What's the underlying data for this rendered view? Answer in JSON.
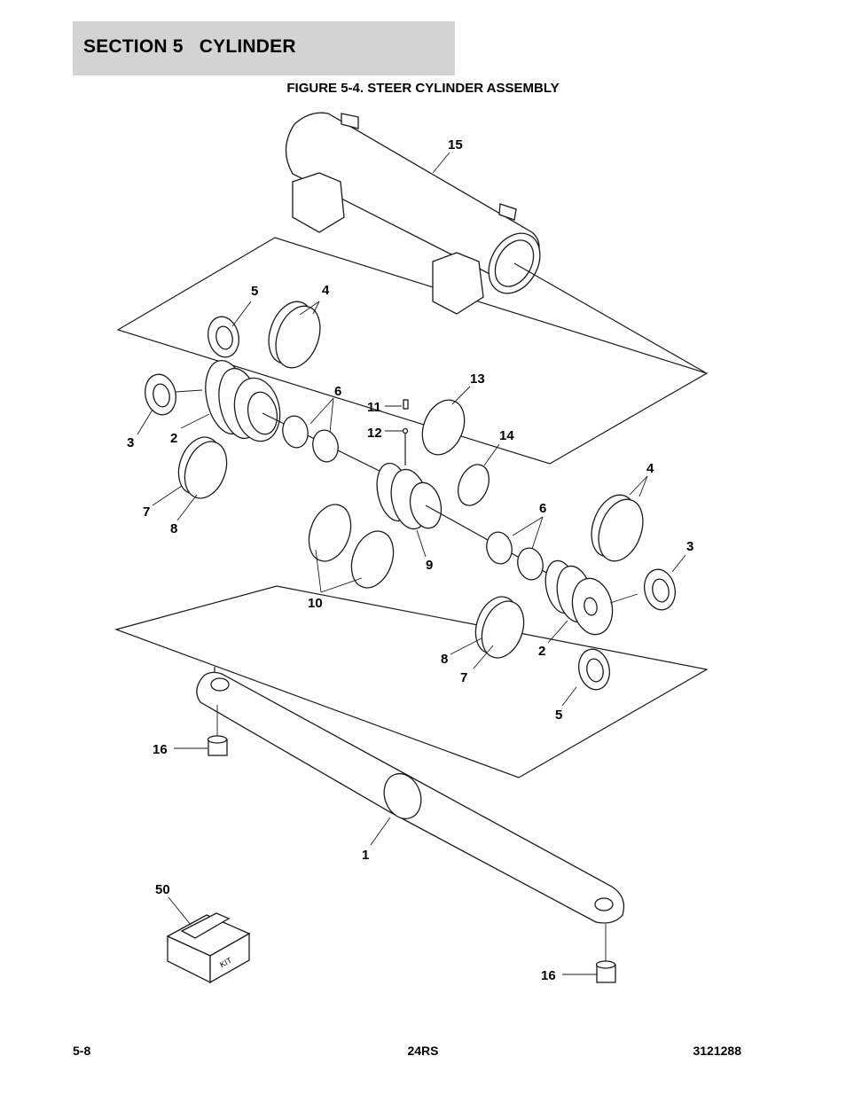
{
  "header": {
    "section_title": "SECTION 5   CYLINDER"
  },
  "figure": {
    "title": "FIGURE 5-4. STEER CYLINDER ASSEMBLY"
  },
  "callouts": {
    "c15": "15",
    "c5a": "5",
    "c4a": "4",
    "c3a": "3",
    "c2a": "2",
    "c6a": "6",
    "c11": "11",
    "c12": "12",
    "c13": "13",
    "c14": "14",
    "c7a": "7",
    "c8a": "8",
    "c4b": "4",
    "c6b": "6",
    "c3b": "3",
    "c9": "9",
    "c10": "10",
    "c8b": "8",
    "c2b": "2",
    "c7b": "7",
    "c5b": "5",
    "c16a": "16",
    "c1": "1",
    "c50": "50",
    "c16b": "16"
  },
  "kit_label": "KIT",
  "footer": {
    "page": "5-8",
    "model": "24RS",
    "doc_number": "3121288"
  }
}
